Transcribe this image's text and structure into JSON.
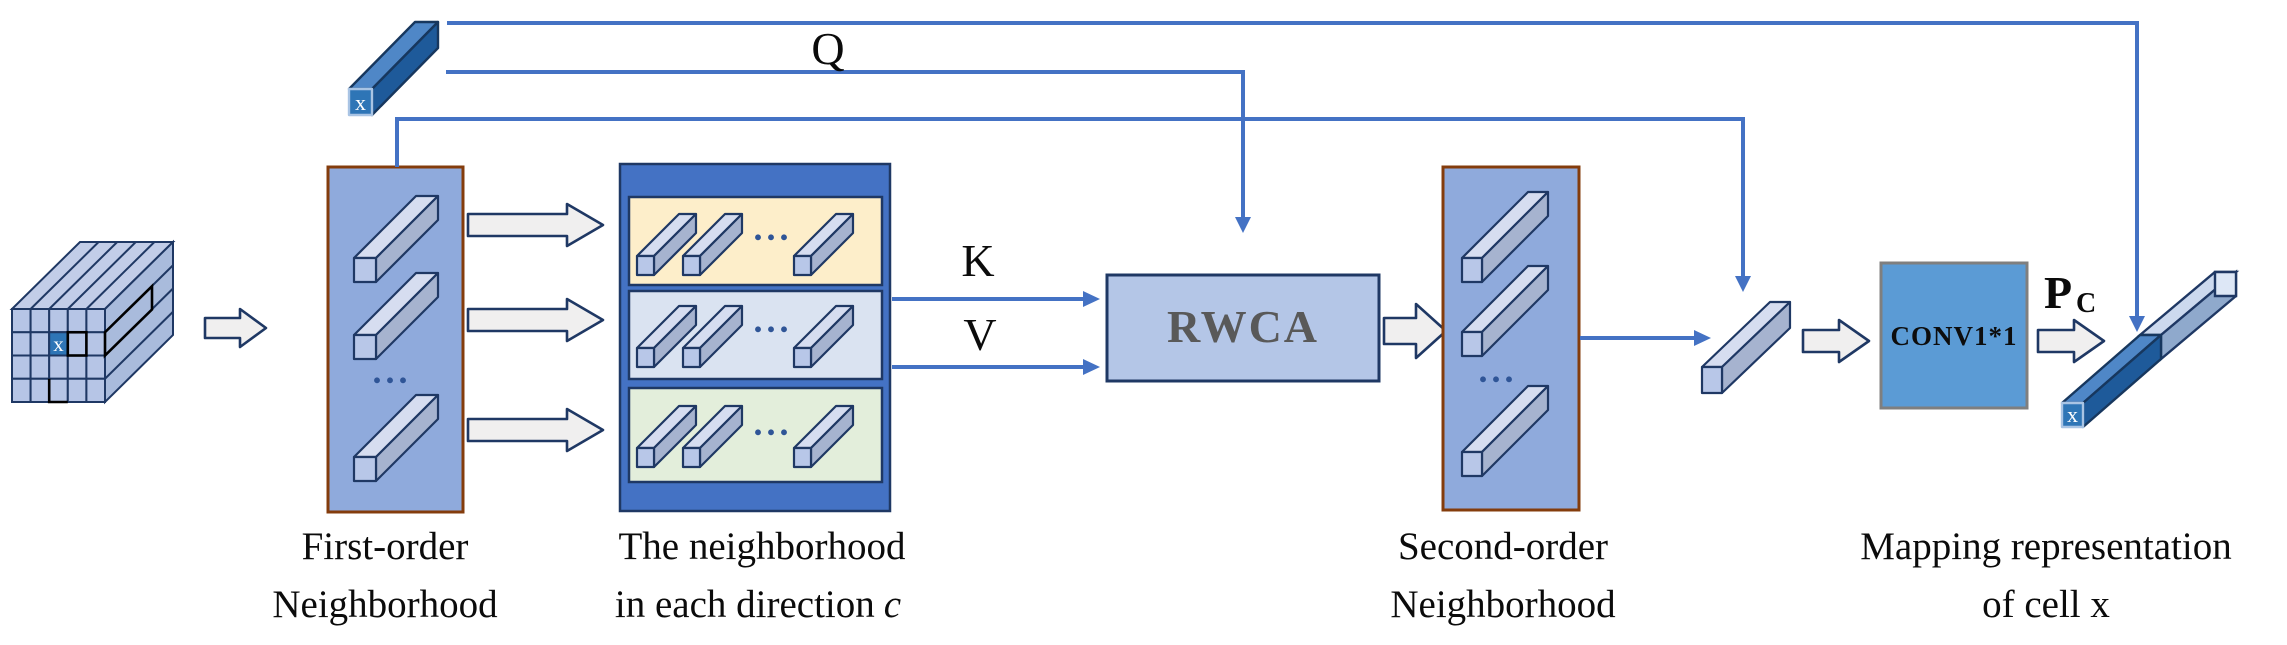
{
  "diagram": {
    "ports": {
      "q": "Q",
      "k": "K",
      "v": "V"
    },
    "blocks": {
      "rwca": "RWCA",
      "conv": "CONV1*1",
      "p": "P",
      "p_sub": "C"
    },
    "cell_marker": "x",
    "ellipsis": "...",
    "captions": {
      "first_order": [
        "First-order",
        "Neighborhood"
      ],
      "direction": {
        "line1": "The neighborhood",
        "line2": "in each direction",
        "line2_var": "c"
      },
      "second_order": [
        "Second-order",
        "Neighborhood"
      ],
      "mapping": [
        "Mapping representation",
        "of cell x"
      ]
    },
    "palette": {
      "line_blue": "#4472c4",
      "navy": "#1f3864",
      "navy_dark": "#17375e",
      "brown_border": "#843c0c",
      "neighborhood_fill": "#8faadc",
      "direction_fill": "#4472c4",
      "panel_yellow": "#fdeeca",
      "panel_blue": "#dae3f1",
      "panel_green": "#e3eedb",
      "rwca_fill": "#b4c6e7",
      "rwca_text": "#595959",
      "conv_fill": "#5b9bd5",
      "conv_border": "#7f7f7f",
      "bar_front": "#b8c7e8",
      "bar_top": "#d6ddf0",
      "bar_side": "#a6b3cf",
      "qbar_front": "#2e75b6",
      "qbar_top": "#4f87c7",
      "qbar_side": "#1e5a9a",
      "qbar_frame": "#a9c4e4",
      "out_light_top": "#ccd9ee",
      "out_light_side": "#8fa9cc",
      "out_light_cap": "#dde7f6",
      "cube_front": "#b6c5e6",
      "cube_top": "#c2cde8",
      "cube_right": "#a9bbdc",
      "block_arrow_fill": "#f0efef",
      "dots_color": "#2f5597"
    }
  }
}
